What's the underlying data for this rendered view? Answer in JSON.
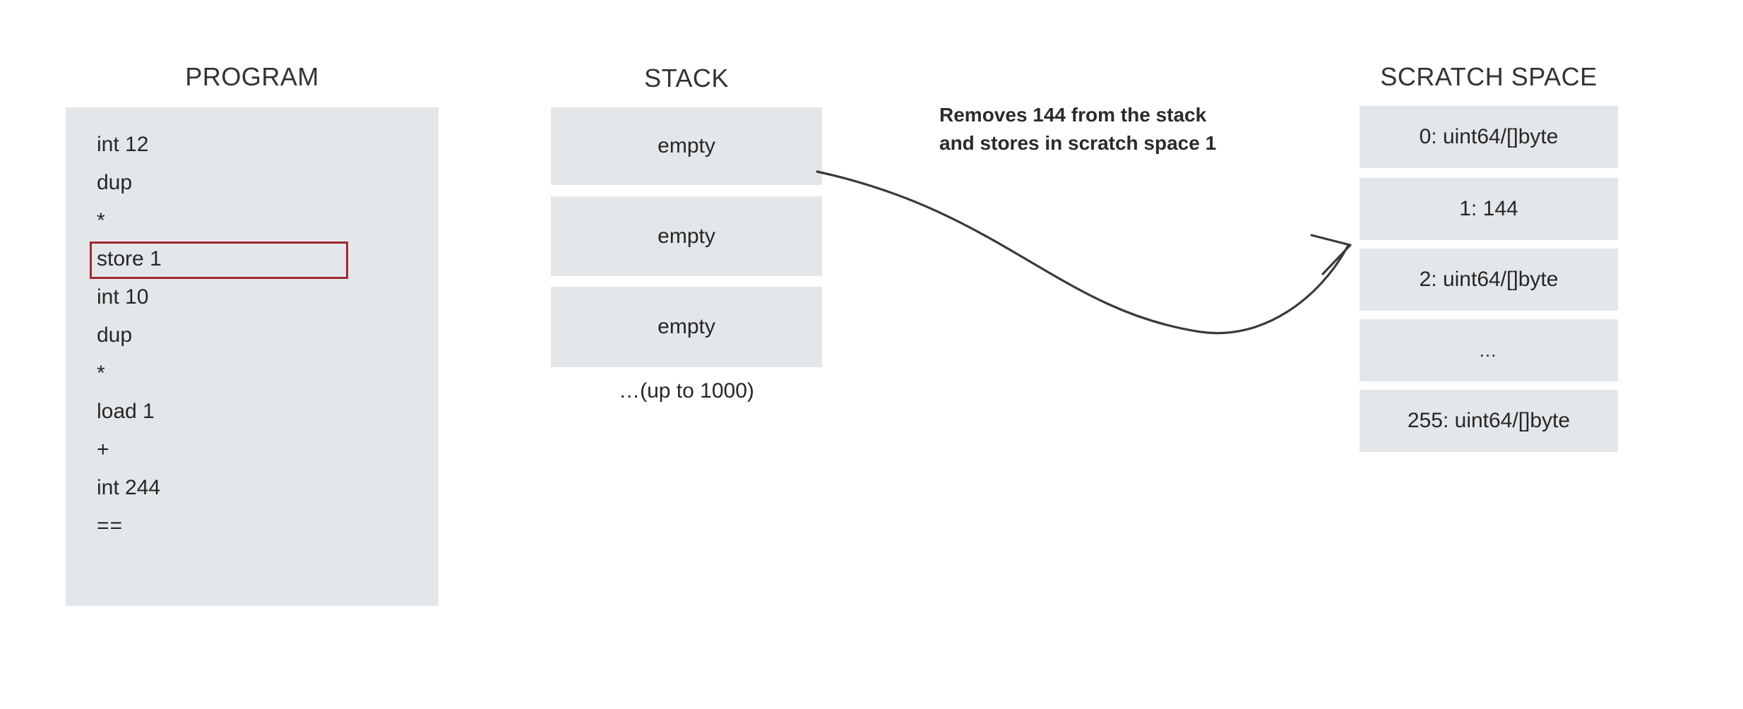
{
  "columns": {
    "program": {
      "title": "PROGRAM",
      "lines": [
        {
          "text": "int 12",
          "highlighted": false
        },
        {
          "text": "dup",
          "highlighted": false
        },
        {
          "text": "*",
          "highlighted": false
        },
        {
          "text": "store 1",
          "highlighted": true
        },
        {
          "text": "int 10",
          "highlighted": false
        },
        {
          "text": "dup",
          "highlighted": false
        },
        {
          "text": "*",
          "highlighted": false
        },
        {
          "text": "load 1",
          "highlighted": false
        },
        {
          "text": "+",
          "highlighted": false
        },
        {
          "text": "int 244",
          "highlighted": false
        },
        {
          "text": "==",
          "highlighted": false
        }
      ],
      "highlight_color": "#9e2a2f",
      "panel_color": "#e4e7ea"
    },
    "stack": {
      "title": "STACK",
      "cells": [
        "empty",
        "empty",
        "empty"
      ],
      "footnote": "…(up to 1000)",
      "cell_color": "#e4e7ea"
    },
    "scratch": {
      "title": "SCRATCH SPACE",
      "cells": [
        "0: uint64/[]byte",
        "1: 144",
        "2: uint64/[]byte",
        "…",
        "255: uint64/[]byte"
      ],
      "cell_color": "#e4e7ea"
    }
  },
  "annotation": {
    "line1": "Removes 144 from the stack",
    "line2": "and stores in scratch space 1",
    "arrow_color": "#3a3a3a"
  }
}
